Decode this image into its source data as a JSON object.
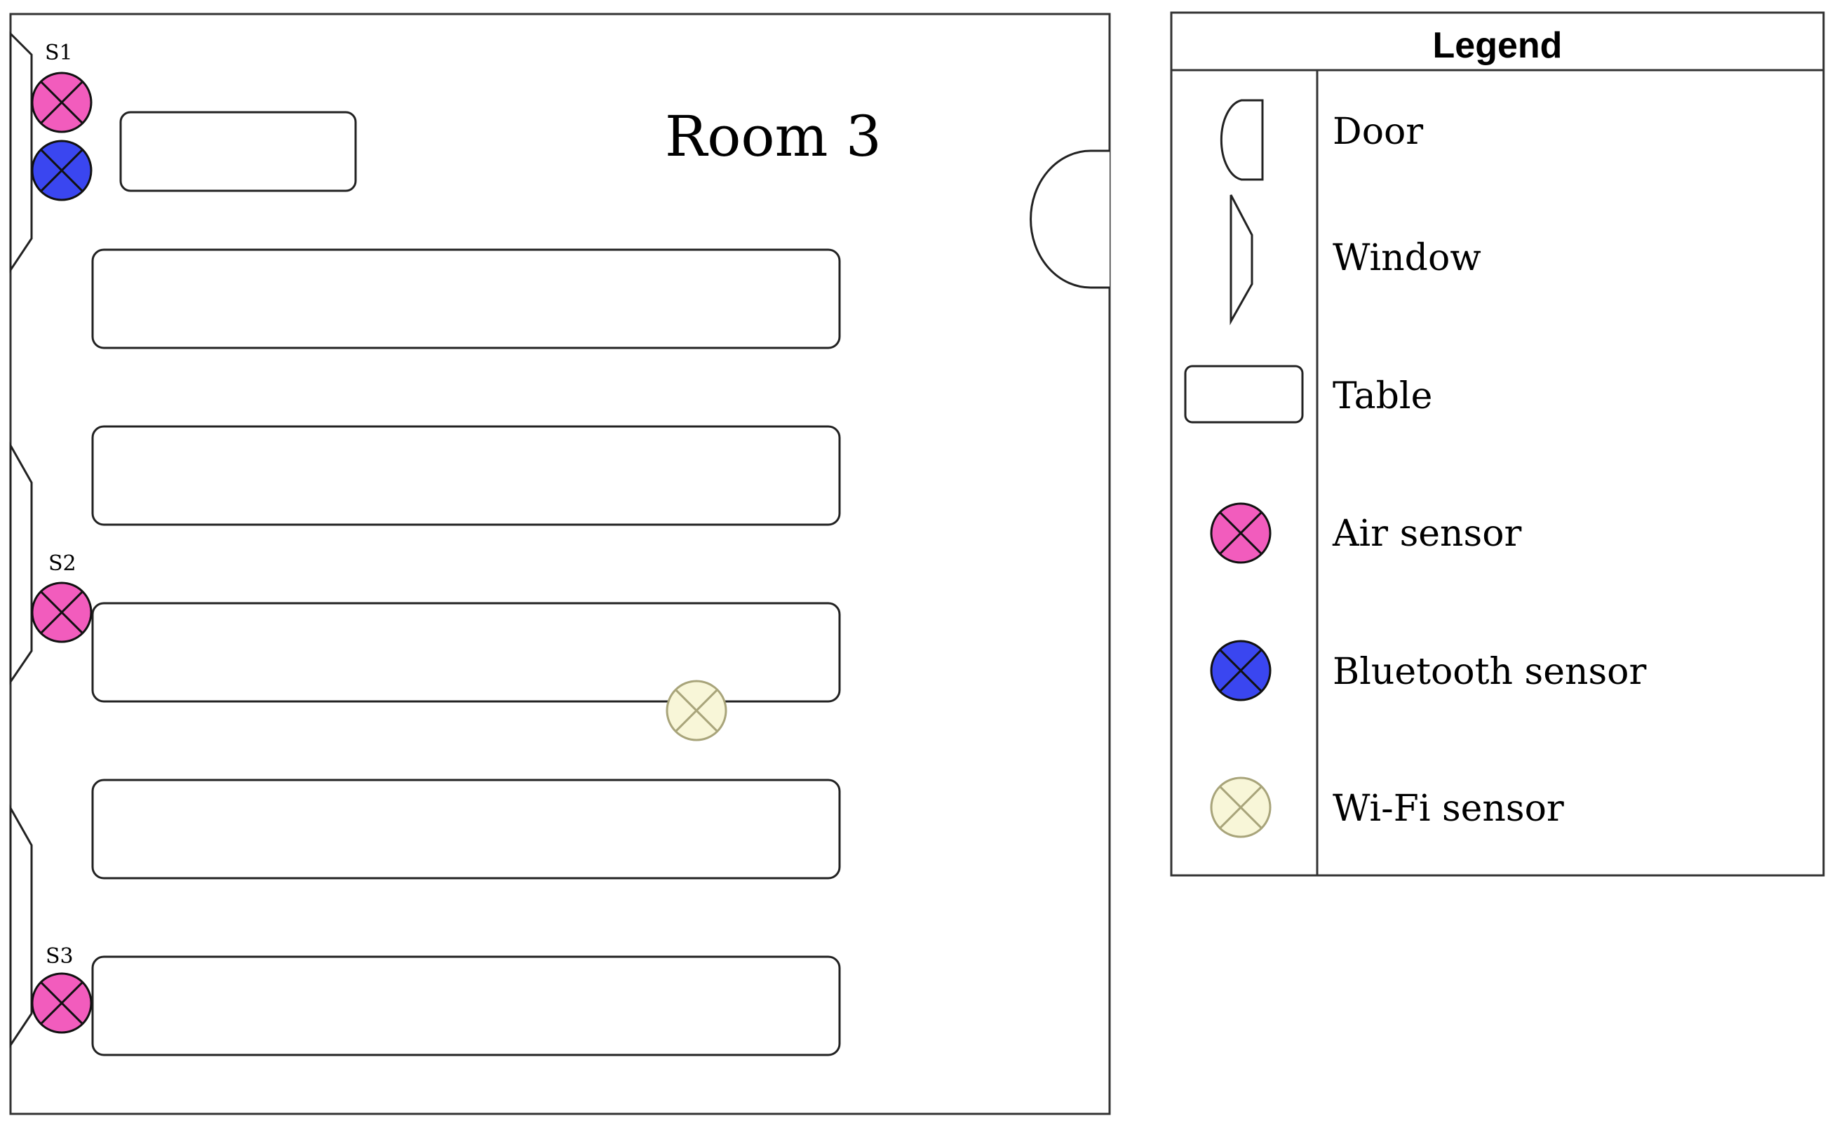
{
  "room": {
    "title": "Room 3"
  },
  "sensor_labels": {
    "s1": "S1",
    "s2": "S2",
    "s3": "S3"
  },
  "legend": {
    "title": "Legend",
    "items": [
      {
        "label": "Door",
        "icon": "door-icon"
      },
      {
        "label": "Window",
        "icon": "window-icon"
      },
      {
        "label": "Table",
        "icon": "table-icon"
      },
      {
        "label": "Air sensor",
        "icon": "air-sensor-icon"
      },
      {
        "label": "Bluetooth sensor",
        "icon": "bluetooth-sensor-icon"
      },
      {
        "label": "Wi-Fi sensor",
        "icon": "wifi-sensor-icon"
      }
    ]
  },
  "colors": {
    "air_sensor": "#f25cbd",
    "bluetooth_sensor": "#3a46f0",
    "wifi_sensor": "#f8f6d8",
    "wifi_sensor_stroke": "#a8a47a"
  }
}
